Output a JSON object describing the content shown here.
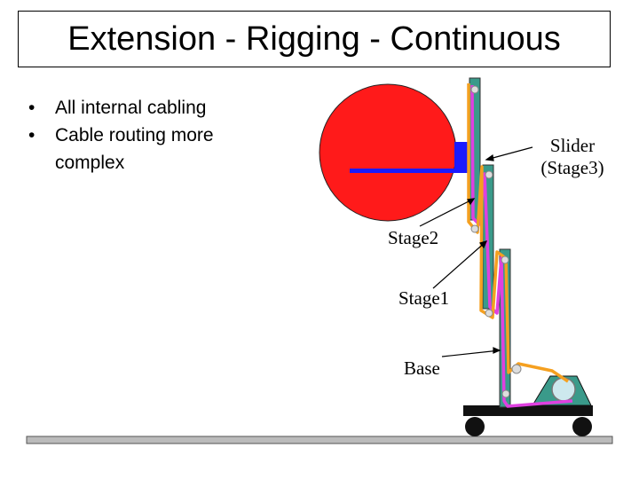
{
  "title": "Extension - Rigging - Continuous",
  "bullets": [
    "All internal cabling",
    "Cable routing more complex"
  ],
  "labels": {
    "slider": "Slider",
    "slider_sub": "(Stage3)",
    "stage2": "Stage2",
    "stage1": "Stage1",
    "base": "Base"
  },
  "colors": {
    "ball": "#ff1a1a",
    "arm": "#1a1aff",
    "cable_orange": "#f5a020",
    "cable_magenta": "#e040e0",
    "structure": "#3a9a8a",
    "ground": "#bbbbbb"
  }
}
